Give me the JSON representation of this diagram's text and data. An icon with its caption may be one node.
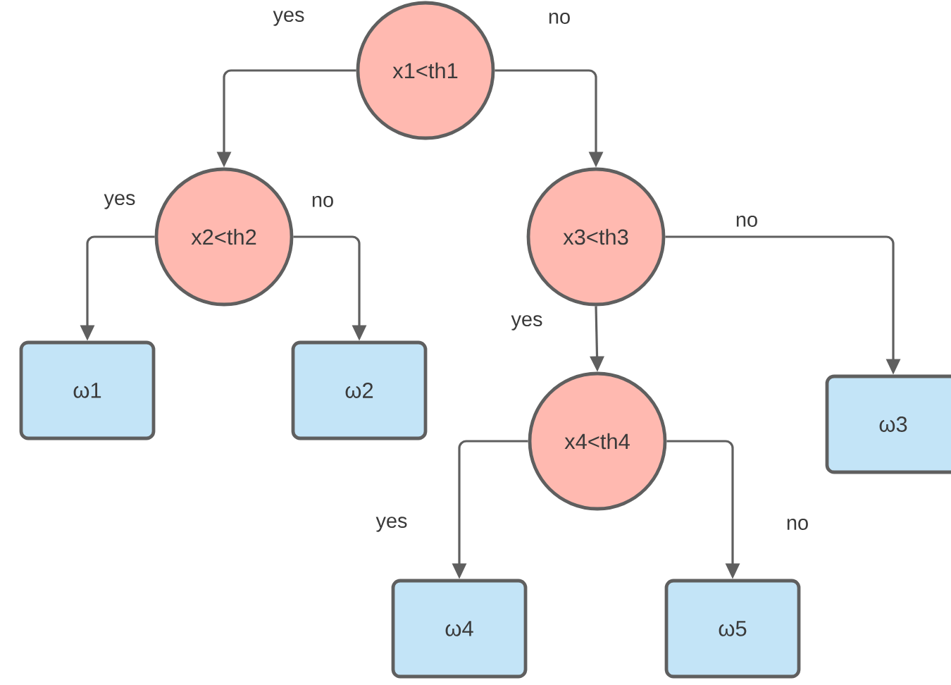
{
  "diagram": {
    "nodes": [
      {
        "text": [
          "x1<th1"
        ]
      },
      {
        "text": [
          "x2<th2"
        ]
      },
      {
        "text": [
          "x3<th3"
        ]
      },
      {
        "text": [
          "ω1"
        ]
      },
      {
        "text": [
          "ω2"
        ]
      },
      {
        "text": [
          "x4<th4"
        ]
      },
      {
        "text": [
          "ω3"
        ]
      },
      {
        "text": [
          "ω4"
        ]
      },
      {
        "text": [
          "ω5"
        ]
      }
    ],
    "edges": [
      {
        "from": 0,
        "to": 1,
        "arrow": "to",
        "label": "yes"
      },
      {
        "from": 0,
        "to": 2,
        "arrow": "to",
        "label": "no"
      },
      {
        "from": 1,
        "to": 3,
        "arrow": "to",
        "label": "yes"
      },
      {
        "from": 1,
        "to": 4,
        "arrow": "to",
        "label": "no"
      },
      {
        "from": 2,
        "to": 5,
        "arrow": "to",
        "label": "yes"
      },
      {
        "from": 2,
        "to": 6,
        "arrow": "to",
        "label": "no"
      },
      {
        "from": 5,
        "to": 7,
        "arrow": "to",
        "label": "yes"
      },
      {
        "from": 5,
        "to": 8,
        "arrow": "to",
        "label": "no"
      }
    ]
  }
}
